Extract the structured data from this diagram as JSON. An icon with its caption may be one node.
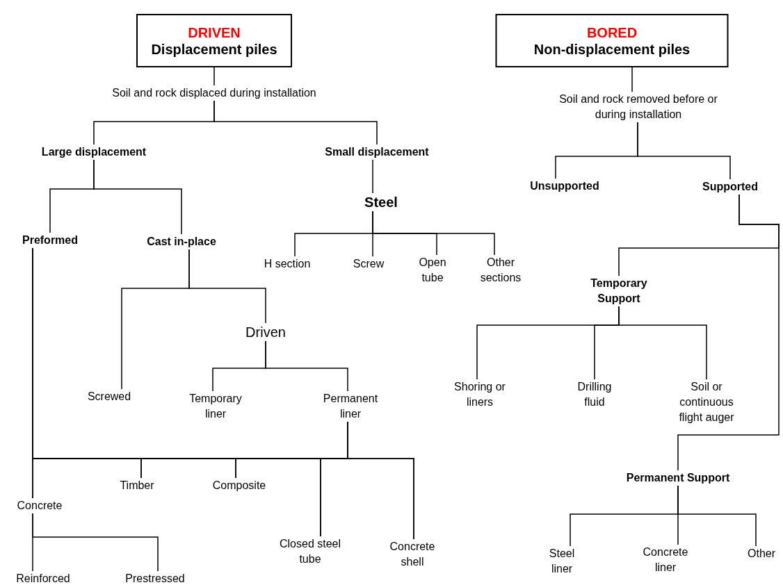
{
  "diagram": {
    "nodes": [
      {
        "text": [
          "DRIVEN",
          "Displacement piles"
        ]
      },
      {
        "text": [
          "Soil and rock displaced during installation"
        ]
      },
      {
        "text": [
          "Large displacement"
        ]
      },
      {
        "text": [
          "Small displacement"
        ]
      },
      {
        "text": [
          "Preformed"
        ]
      },
      {
        "text": [
          "Cast in-place"
        ]
      },
      {
        "text": [
          "Steel"
        ]
      },
      {
        "text": [
          "H section"
        ]
      },
      {
        "text": [
          "Screw"
        ]
      },
      {
        "text": [
          "Open tube"
        ]
      },
      {
        "text": [
          "Other sections"
        ]
      },
      {
        "text": [
          "Screwed"
        ]
      },
      {
        "text": [
          "Driven"
        ]
      },
      {
        "text": [
          "Temporary liner"
        ]
      },
      {
        "text": [
          "Permanent liner"
        ]
      },
      {
        "text": [
          "Concrete"
        ]
      },
      {
        "text": [
          "Timber"
        ]
      },
      {
        "text": [
          "Composite"
        ]
      },
      {
        "text": [
          "Closed steel tube"
        ]
      },
      {
        "text": [
          "Concrete shell"
        ]
      },
      {
        "text": [
          "Reinforced"
        ]
      },
      {
        "text": [
          "Prestressed"
        ]
      },
      {
        "text": [
          "BORED",
          "Non-displacement piles"
        ]
      },
      {
        "text": [
          "Soil and rock removed before or during installation"
        ]
      },
      {
        "text": [
          "Unsupported"
        ]
      },
      {
        "text": [
          "Supported"
        ]
      },
      {
        "text": [
          "Temporary Support"
        ]
      },
      {
        "text": [
          "Permanent Support"
        ]
      },
      {
        "text": [
          "Shoring or liners"
        ]
      },
      {
        "text": [
          "Drilling fluid"
        ]
      },
      {
        "text": [
          "Soil or continuous flight auger"
        ]
      },
      {
        "text": [
          "Steel liner"
        ]
      },
      {
        "text": [
          "Concrete liner"
        ]
      },
      {
        "text": [
          "Other"
        ]
      }
    ],
    "edges": [
      {
        "from": 0,
        "to": 1,
        "arrow": "none"
      },
      {
        "from": 1,
        "to": 2,
        "arrow": "none"
      },
      {
        "from": 1,
        "to": 3,
        "arrow": "none"
      },
      {
        "from": 2,
        "to": 4,
        "arrow": "none"
      },
      {
        "from": 2,
        "to": 5,
        "arrow": "none"
      },
      {
        "from": 3,
        "to": 6,
        "arrow": "none"
      },
      {
        "from": 6,
        "to": 7,
        "arrow": "none"
      },
      {
        "from": 6,
        "to": 8,
        "arrow": "none"
      },
      {
        "from": 6,
        "to": 9,
        "arrow": "none"
      },
      {
        "from": 6,
        "to": 10,
        "arrow": "none"
      },
      {
        "from": 5,
        "to": 11,
        "arrow": "none"
      },
      {
        "from": 5,
        "to": 12,
        "arrow": "none"
      },
      {
        "from": 12,
        "to": 13,
        "arrow": "none"
      },
      {
        "from": 12,
        "to": 14,
        "arrow": "none"
      },
      {
        "from": 4,
        "to": 15,
        "arrow": "none"
      },
      {
        "from": 4,
        "to": 16,
        "arrow": "none"
      },
      {
        "from": 4,
        "to": 17,
        "arrow": "none"
      },
      {
        "from": 4,
        "to": 18,
        "arrow": "none"
      },
      {
        "from": 4,
        "to": 19,
        "arrow": "none"
      },
      {
        "from": 14,
        "to": 15,
        "arrow": "none"
      },
      {
        "from": 14,
        "to": 16,
        "arrow": "none"
      },
      {
        "from": 14,
        "to": 17,
        "arrow": "none"
      },
      {
        "from": 14,
        "to": 18,
        "arrow": "none"
      },
      {
        "from": 14,
        "to": 19,
        "arrow": "none"
      },
      {
        "from": 15,
        "to": 20,
        "arrow": "none"
      },
      {
        "from": 15,
        "to": 21,
        "arrow": "none"
      },
      {
        "from": 22,
        "to": 23,
        "arrow": "none"
      },
      {
        "from": 23,
        "to": 24,
        "arrow": "none"
      },
      {
        "from": 23,
        "to": 25,
        "arrow": "none"
      },
      {
        "from": 25,
        "to": 26,
        "arrow": "none"
      },
      {
        "from": 25,
        "to": 27,
        "arrow": "none"
      },
      {
        "from": 26,
        "to": 28,
        "arrow": "none"
      },
      {
        "from": 26,
        "to": 29,
        "arrow": "none"
      },
      {
        "from": 26,
        "to": 30,
        "arrow": "none"
      },
      {
        "from": 27,
        "to": 31,
        "arrow": "none"
      },
      {
        "from": 27,
        "to": 32,
        "arrow": "none"
      },
      {
        "from": 27,
        "to": 33,
        "arrow": "none"
      }
    ]
  }
}
